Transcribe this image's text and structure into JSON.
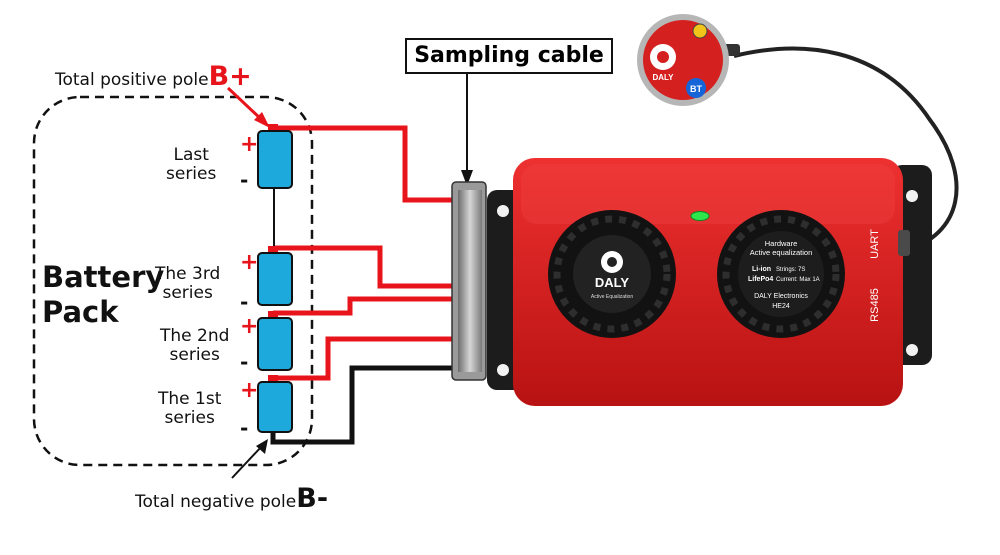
{
  "positive_pole": {
    "text": "Total positive pole",
    "symbol": "B+"
  },
  "negative_pole": {
    "text": "Total negative pole",
    "symbol": "B-"
  },
  "battery_pack": {
    "line1": "Battery",
    "line2": "Pack"
  },
  "cells": [
    {
      "line1": "Last",
      "line2": "series"
    },
    {
      "line1": "The 3rd",
      "line2": "series"
    },
    {
      "line1": "The 2nd",
      "line2": "series"
    },
    {
      "line1": "The 1st",
      "line2": "series"
    }
  ],
  "signs": {
    "plus": "+",
    "minus": "-"
  },
  "sampling_cable": "Sampling cable",
  "bms": {
    "brand": "DALY",
    "fan_sub": "Active Equalization",
    "hw_line1": "Hardware",
    "hw_line2": "Active equalization",
    "chem1": "Li-ion",
    "chem2": "LifePo4",
    "strings": "Strings: 7S",
    "current": "Current: Max 1A",
    "maker": "DALY Electronics",
    "model": "HE24",
    "port_uart": "UART",
    "port_rs485": "RS485"
  },
  "bt_module": {
    "brand": "DALY",
    "badge": "BT"
  },
  "colors": {
    "wire_red": "#e8141b",
    "wire_black": "#111111",
    "bms_red": "#d81d1d",
    "cell_blue": "#1ea9dc"
  }
}
